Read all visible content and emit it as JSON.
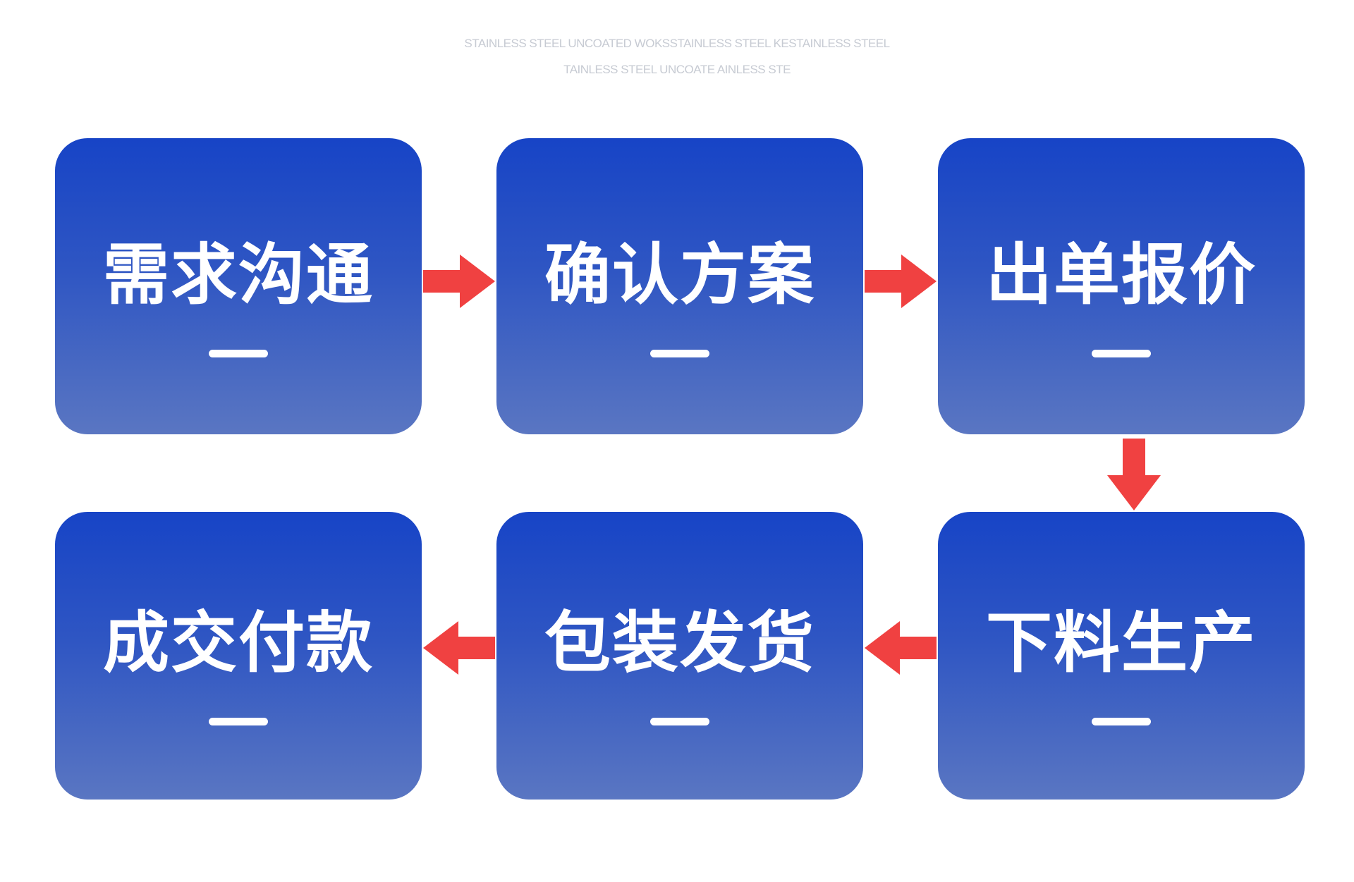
{
  "header": {
    "line1": "STAINLESS STEEL UNCOATED WOKSSTAINLESS STEEL KESTAINLESS STEEL",
    "line2": "TAINLESS STEEL UNCOATE AINLESS STE"
  },
  "steps": [
    {
      "label": "需求沟通"
    },
    {
      "label": "确认方案"
    },
    {
      "label": "出单报价"
    },
    {
      "label": "下料生产"
    },
    {
      "label": "包装发货"
    },
    {
      "label": "成交付款"
    }
  ],
  "colors": {
    "box_top": "#1744c6",
    "box_bottom": "#5a76c2",
    "arrow": "#f04141",
    "text": "#ffffff"
  }
}
